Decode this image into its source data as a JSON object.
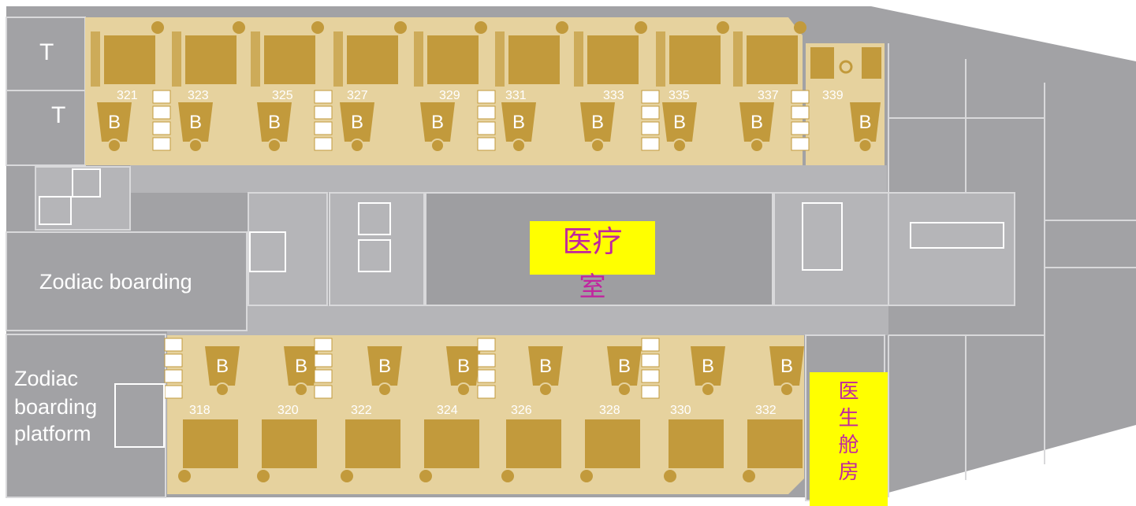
{
  "areas": {
    "toilet_1": "T",
    "toilet_2": "T",
    "zodiac_boarding": "Zodiac boarding",
    "zodiac_platform_lines": [
      "Zodiac",
      "boarding",
      "platform"
    ]
  },
  "annotations": {
    "medical_room_line1": "医疗",
    "medical_room_line2": "室",
    "doctor_cabin_chars": [
      "医",
      "生",
      "舱",
      "房"
    ]
  },
  "bed_label": "B",
  "cabins_top": [
    "321",
    "323",
    "325",
    "327",
    "329",
    "331",
    "333",
    "335",
    "337",
    "339"
  ],
  "cabins_bottom": [
    "318",
    "320",
    "322",
    "324",
    "326",
    "328",
    "330",
    "332"
  ],
  "colors": {
    "hull": "#a2a2a5",
    "hull_light": "#b5b5b8",
    "deck_outline": "#d9d9db",
    "cabin_bg": "#e6d29e",
    "furniture": "#c29a3c",
    "annotation_bg": "#ffff00",
    "annotation_text": "#c0269f"
  }
}
